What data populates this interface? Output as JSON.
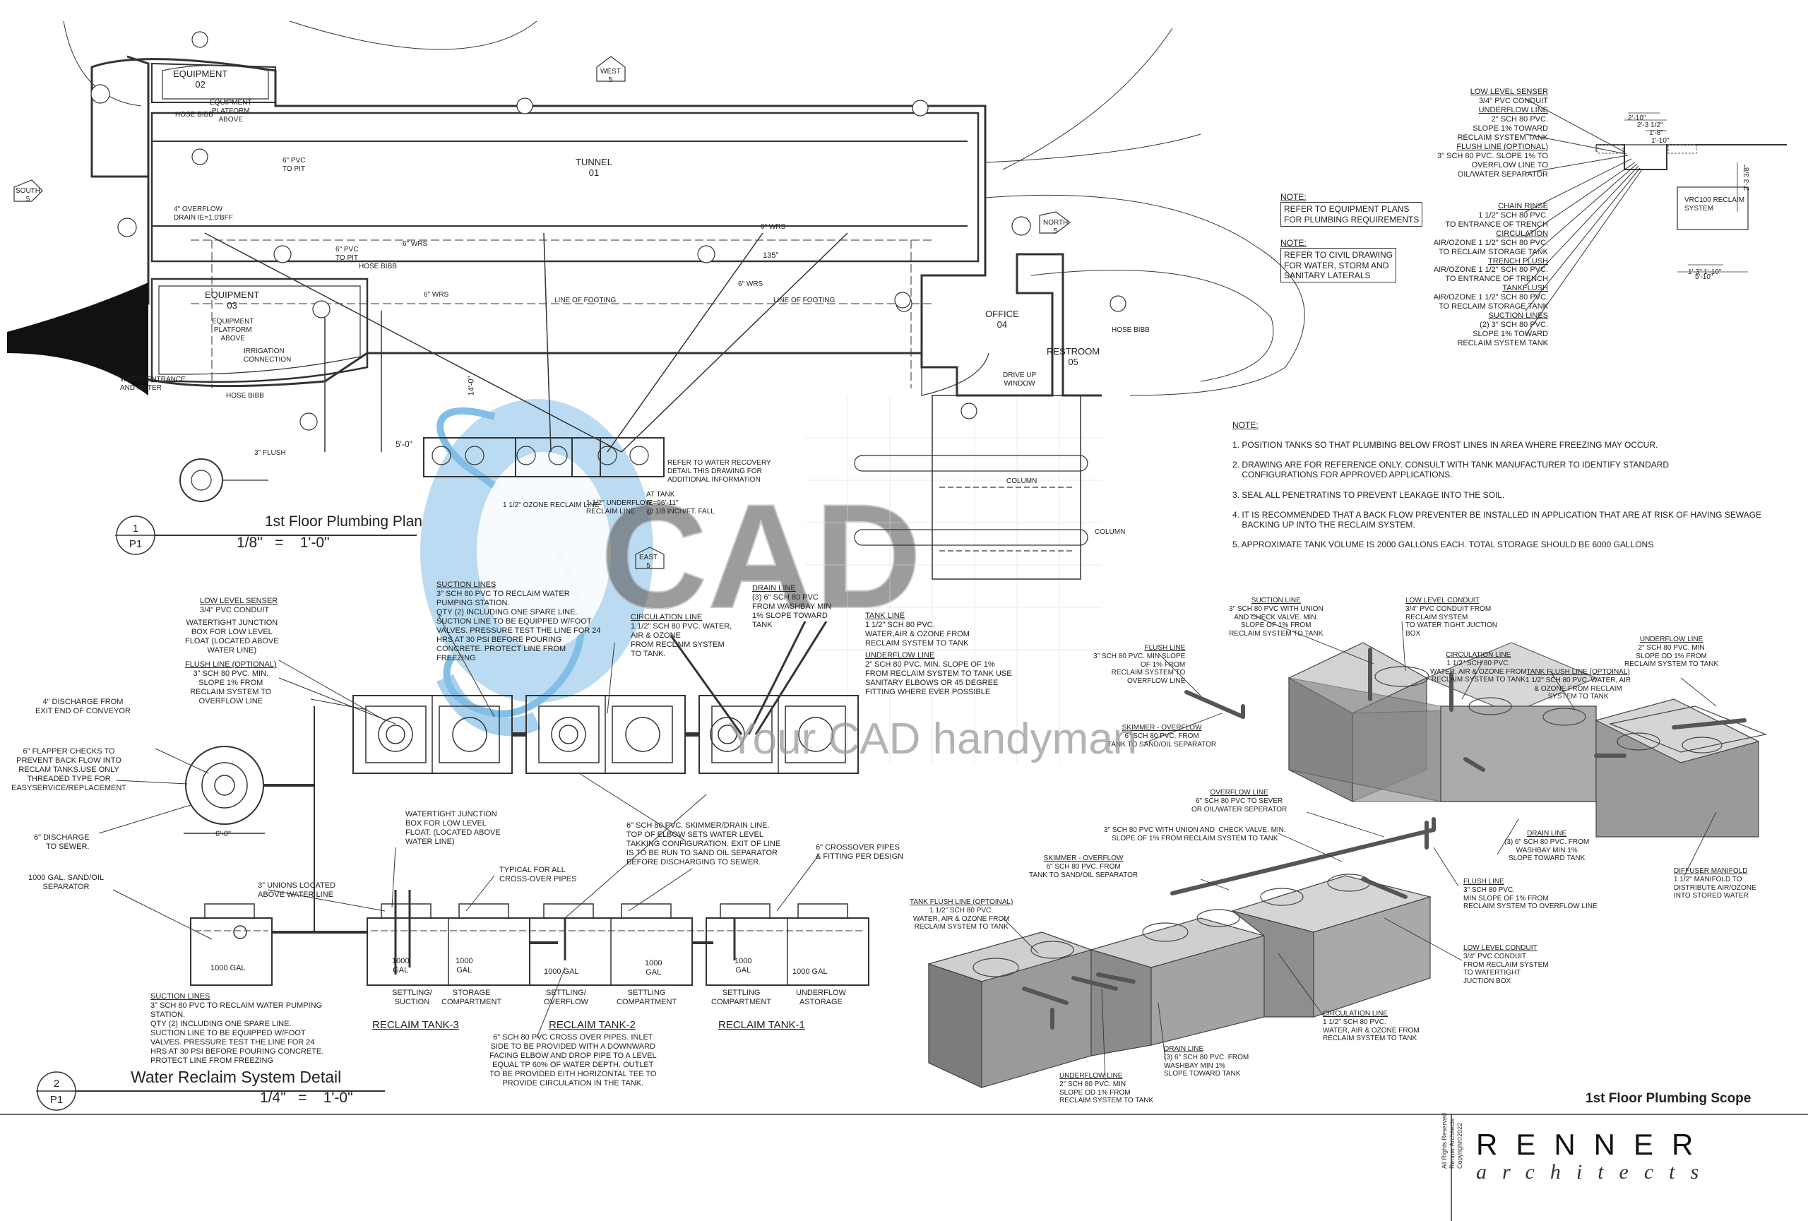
{
  "plan": {
    "title": "1st Floor Plumbing Plan",
    "scale": "1/8\"   =    1'-0\"",
    "tag_num": "1",
    "tag_sheet": "P1",
    "rooms": {
      "equipment02": "EQUIPMENT\n02",
      "equipment03": "EQUIPMENT\n03",
      "tunnel": "TUNNEL\n01",
      "office": "OFFICE\n04",
      "restroom": "RESTROOM\n05"
    },
    "compass": {
      "west": "WEST\n5",
      "south": "SOUTH\n5",
      "north": "NORTH\n5",
      "east": "EAST\n5"
    },
    "labels": {
      "hose_bibb": "HOSE BIBB",
      "equipment_platform": "EQUIPMENT\nPLATFORM\nABOVE",
      "pvc_to_pit": "6\" PVC\nTO PIT",
      "overflow_drain": "4\" OVERFLOW\nDRAIN IE=1.0'BFF",
      "irrigation": "IRRIGATION\nCONNECTION",
      "water_entrance": "WATER ENTRANCE\nAND METER",
      "line_of_footing": "LINE OF FOOTING",
      "drive_up": "DRIVE UP\nWINDOW",
      "column": "COLUMN",
      "refer_detail": "REFER TO WATER RECOVERY\nDETAIL THIS DRAWING FOR\nADDITIONAL INFORMATION",
      "at_tank": "AT TANK\nIE=96'-11\"\n@ 1/8 INCH/FT. FALL",
      "ozone_line": "1 1/2\" OZONE RECLAIM LINE",
      "underflow_line": "1 1/2\" UNDERFLOW\nRECLAIM LINE",
      "t_flush": "3\" FLUSH",
      "dim_5ft": "5'-0\"",
      "dim_14ft": "14'-0\"",
      "angle": "135°",
      "wrs": "6\" WRS"
    }
  },
  "notes_refer": {
    "note1_title": "NOTE:",
    "note1": "REFER TO EQUIPMENT PLANS\nFOR PLUMBING REQUIREMENTS",
    "note2_title": "NOTE:",
    "note2": "REFER TO CIVIL DRAWING\nFOR WATER, STORM AND\nSANITARY LATERALS"
  },
  "notes_main": {
    "title": "NOTE:",
    "items": [
      "1. POSITION TANKS SO THAT PLUMBING BELOW FROST LINES IN AREA WHERE FREEZING MAY OCCUR.",
      "2. DRAWING ARE FOR REFERENCE ONLY. CONSULT WITH TANK MANUFACTURER TO IDENTIFY STANDARD\n    CONFIGURATIONS FOR APPROVED APPLICATIONS.",
      "3. SEAL ALL PENETRATINS TO PREVENT LEAKAGE INTO THE SOIL.",
      "4. IT IS RECOMMENDED THAT A BACK FLOW PREVENTER BE INSTALLED IN APPLICATION THAT ARE AT RISK OF HAVING SEWAGE\n    BACKING UP INTO THE RECLAIM SYSTEM.",
      "5. APPROXIMATE TANK VOLUME IS 2000 GALLONS EACH. TOTAL STORAGE SHOULD BE 6000 GALLONS"
    ]
  },
  "trench_detail": {
    "callouts": [
      {
        "title": "LOW LEVEL SENSER",
        "body": "3/4\" PVC CONDUIT"
      },
      {
        "title": "UNDERFLOW LINE",
        "body": "2\" SCH 80 PVC.\nSLOPE 1% TOWARD\nRECLAIM SYSTEM TANK"
      },
      {
        "title": "FLUSH LINE (OPTIONAL)",
        "body": "3\" SCH 80 PVC. SLOPE 1% TO\nOVERFLOW LINE TO\nOIL/WATER SEPARATOR"
      },
      {
        "title": "CHAIN RINSE",
        "body": "1 1/2\" SCH 80 PVC.\nTO ENTRANCE OF TRENCH"
      },
      {
        "title": "CIRCULATION",
        "body": "AIR/OZONE 1 1/2\" SCH 80 PVC.\nTO RECLAIM STORAGE TANK"
      },
      {
        "title": "TRENCH FLUSH",
        "body": "AIR/OZONE 1 1/2\" SCH 80 PVC.\nTO ENTRANCE OF TRENCH"
      },
      {
        "title": "TANKFLUSH",
        "body": "AIR/OZONE 1 1/2\" SCH 80 PVC.\nTO RECLAIM STORAGE TANK"
      },
      {
        "title": "SUCTION LINES",
        "body": "(2) 3\" SCH 80 PVC.\nSLOPE 1% TOWARD\nRECLAIM SYSTEM TANK"
      }
    ],
    "dims": [
      "2'-10\"",
      "2'-3 1/2\"",
      "1'-8\"",
      "1'-10\"",
      "2'-3 3/8\"",
      "1'-3\"",
      "1'-10\"",
      "5'-10\""
    ],
    "system_label": "VRC100 RECLAIM\nSYSTEM"
  },
  "detail": {
    "title": "Water Reclaim System Detail",
    "scale": "1/4\"   =    1'-0\"",
    "tag_num": "2",
    "tag_sheet": "P1",
    "tanks": [
      {
        "name": "RECLAIM TANK-3",
        "left": "SETTLING/\nSUCTION",
        "right": "STORAGE\nCOMPARTMENT",
        "gal_left": "1000\nGAL",
        "gal_right": "1000\nGAL"
      },
      {
        "name": "RECLAIM TANK-2",
        "left": "SETTLING/\nOVERFLOW",
        "right": "SETTLING\nCOMPARTMENT",
        "gal_left": "1000 GAL",
        "gal_right": "1000\nGAL"
      },
      {
        "name": "RECLAIM TANK-1",
        "left": "SETTLING\nCOMPARTMENT",
        "right": "UNDERFLOW\nASTORAGE",
        "gal_left": "1000\nGAL",
        "gal_right": "1000 GAL"
      }
    ],
    "separator_gal": "1000 GAL",
    "dim_6ft": "6'-0\"",
    "callouts": {
      "low_level": {
        "title": "LOW LEVEL SENSER",
        "body": "3/4\" PVC CONDUIT"
      },
      "junction": "WATERTIGHT JUNCTION\nBOX FOR LOW LEVEL\nFLOAT (LOCATED ABOVE\nWATER LINE)",
      "flush": {
        "title": "FLUSH LINE (OPTIONAL)",
        "body": "3\" SCH 80 PVC. MIN.\nSLOPE 1% FROM\nRECLAIM SYSTEM TO\nOVERFLOW LINE"
      },
      "discharge4": "4\" DISCHARGE FROM\nEXIT END OF CONVEYOR",
      "flapper": "6\" FLAPPER CHECKS TO\nPREVENT BACK FLOW INTO\nRECLAM TANKS.USE ONLY\nTHREADED TYPE FOR\nEASYSERVICE/REPLACEMENT",
      "discharge6": "6\" DISCHARGE\nTO SEWER.",
      "separator": "1000 GAL. SAND/OIL\nSEPARATOR",
      "suction_top": {
        "title": "SUCTION LINES",
        "body": "3\" SCH 80 PVC TO RECLAIM WATER\nPUMPING STATION.\nQTY (2) INCLUDING ONE SPARE LINE.\nSUCTION LINE TO BE EQUIPPED W/FOOT\nVALVES. PRESSURE TEST THE LINE FOR 24\nHRS AT 30 PSI BEFORE POURING\nCONCRETE. PROTECT LINE FROM\nFREEZING"
      },
      "circulation": {
        "title": "CIRCULATION LINE",
        "body": "1 1/2\" SCH 80 PVC. WATER,\nAIR & OZONE\nFROM RECLAIM SYSTEM\nTO TANK."
      },
      "drain": {
        "title": "DRAIN LINE",
        "body": "(3) 6\" SCH 80 PVC\nFROM WASHBAY MIN\n1% SLOPE TOWARD\nTANK"
      },
      "tank_line": {
        "title": "TANK LINE",
        "body": "1 1/2\" SCH 80 PVC.\nWATER,AIR & OZONE FROM\nRECLAIM SYSTEM TO TANK"
      },
      "underflow": {
        "title": "UNDERFLOW LINE",
        "body": "2\" SCH 80 PVC. MIN. SLOPE OF 1%\nFROM RECLAIM SYSTEM TO TANK USE\nSANITARY ELBOWS OR 45 DEGREE\nFITTING WHERE EVER POSSIBLE"
      },
      "junction2": "WATERTIGHT JUNCTION\nBOX FOR LOW LEVEL\nFLOAT. (LOCATED ABOVE\nWATER LINE)",
      "unions": "3\" UNIONS LOCATED\nABOVE WATER LINE",
      "typical": "TYPICAL FOR ALL\nCROSS-OVER PIPES",
      "skimmer": "6\" SCH 80 PVC. SKIMMER/DRAIN LINE.\nTOP OF ELBOW SETS WATER LEVEL\nTAKKING CONFIGURATION. EXIT OF LINE\nIS TO BE RUN TO SAND OIL SEPARATOR\nBEFORE DISCHARGING TO SEWER.",
      "crossover": "6\" CROSSOVER PIPES\n& FITTING PER DESIGN",
      "suction_bottom": {
        "title": "SUCTION LINES",
        "body": "3\" SCH 80 PVC TO RECLAIM WATER PUMPING\nSTATION.\nQTY (2) INCLUDING ONE SPARE LINE.\nSUCTION LINE TO BE EQUIPPED W/FOOT\nVALVES. PRESSURE TEST THE LINE FOR 24\nHRS AT 30 PSI BEFORE POURING CONCRETE.\nPROTECT LINE FROM FREEZING"
      },
      "crossover_pipes": "6\" SCH 80 PVC CROSS OVER PIPES. INLET\nSIDE TO BE PROVIDED WITH A DOWNWARD\nFACING ELBOW AND DROP PIPE TO A LEVEL\nEQUAL TP 60% OF WATER DEPTH. OUTLET\nTO BE PROVIDED EITH HORIZONTAL TEE TO\nPROVIDE CIRCULATION IN THE TANK."
    }
  },
  "scope": {
    "title": "1st Floor Plumbing Scope",
    "callouts": {
      "flush_line": {
        "title": "FLUSH LINE",
        "body": "3\" SCH 80 PVC. MIN SLOPE\nOF 1% FROM\nRECLAIM SYSTEM TO\nOVERFLOW LINE"
      },
      "suction_line": {
        "title": "SUCTION LINE",
        "body": "3\" SCH 80 PVC WITH UNION\nAND CHECK VALVE. MIN.\nSLOPE OF 1% FROM\nRECLAIM SYSTEM TO TANK"
      },
      "low_level_top": {
        "title": "LOW LEVEL CONDUIT",
        "body": "3/4\" PVC CONDUIT FROM\nRECLAIM SYSTEM\nTO WATER TIGHT JUCTION\nBOX"
      },
      "circ_top": {
        "title": "CIRCULATION LINE",
        "body": "1 1/2\" SCH 80 PVC.\nWATER, AIR & OZONE FROM\nRECLAIM SYSTEM TO TANK"
      },
      "tank_flush_top": {
        "title": "TANK FLUSH LINE (OPTOINAL)",
        "body": "1 1/2\" SCH 80 PVC. WATER, AIR\n& OZONE FROM RECLAIM\nSYSTEM TO TANK"
      },
      "underflow_top": {
        "title": "UNDERFLOW LINE",
        "body": "2\" SCH 80 PVC. MIN\nSLOPE OD 1% FROM\nRECLAIM SYSTEM TO TANK"
      },
      "skimmer": {
        "title": "SKIMMER - OVERFLOW",
        "body": "6\" SCH 80 PVC. FROM\nTANK TO SAND/OIL SEPARATOR"
      },
      "overflow": {
        "title": "OVERFLOW LINE",
        "body": "6\" SCH 80 PVC TO SEVER\nOR OIL/WATER SEPERATOR"
      },
      "suction_check": "3\" SCH 80 PVC WITH UNION AND  CHECK VALVE. MIN.\nSLOPE OF 1% FROM RECLAIM SYSTEM TO TANK",
      "skimmer2": {
        "title": "SKIMMER - OVERFLOW",
        "body": "6\" SCH 80 PVC. FROM\nTANK TO SAND/OIL SEPARATOR"
      },
      "drain_right": {
        "title": "DRAIN LINE",
        "body": "(3) 6\" SCH 80 PVC. FROM\nWASHBAY MIN 1%\nSLOPE TOWARD TANK"
      },
      "diffuser": {
        "title": "DIFFUSER MANIFOLD",
        "body": "1 1/2\" MANIFOLD TO\nDISTRIBUTE AIR/OZONE\nINTO STORED WATER"
      },
      "flush_right": {
        "title": "FLUSH LINE",
        "body": "3\" SCH 80 PVC.\nMIN SLOPE OF 1% FROM\nRECLAIM SYSTEM TO OVERFLOW LINE"
      },
      "tank_flush_left": {
        "title": "TANK FLUSH LINE (OPTOINAL)",
        "body": "1 1/2\" SCH 80 PVC.\nWATER, AIR & OZONE FROM\nRECLAIM SYSTEM TO TANK"
      },
      "low_level_bottom": {
        "title": "LOW LEVEL CONDUIT",
        "body": "3/4\" PVC CONDUIT\nFROM RECLAIM SYSTEM\nTO WATERTIGHT\nJUCTION BOX"
      },
      "circ_bottom": {
        "title": "CIRCULATION LINE",
        "body": "1 1/2\" SCH 80 PVC.\nWATER, AIR & OZONE FROM\nRECLAIM SYSTEM TO TANK"
      },
      "drain_bottom": {
        "title": "DRAIN LINE",
        "body": "(3) 6\" SCH 80 PVC. FROM\nWASHBAY MIN 1%\nSLOPE TOWARD TANK"
      },
      "underflow_bottom": {
        "title": "UNDERFLOW LINE",
        "body": "2\" SCH 80 PVC. MIN\nSLOPE OD 1% FROM\nRECLAIM SYSTEM TO TANK"
      }
    }
  },
  "watermark": {
    "text": "Your CAD handyman"
  },
  "title_block": {
    "firm": "RENNER",
    "sub": "architects",
    "copyright": "All Rights Reserved\nRenner Architects\nCopyright©2022"
  },
  "colors": {
    "line": "#333333",
    "watermark_blue": "#5aa8de",
    "watermark_gray": "#9a9a9a",
    "tank_gray": "#8c8c8c"
  }
}
